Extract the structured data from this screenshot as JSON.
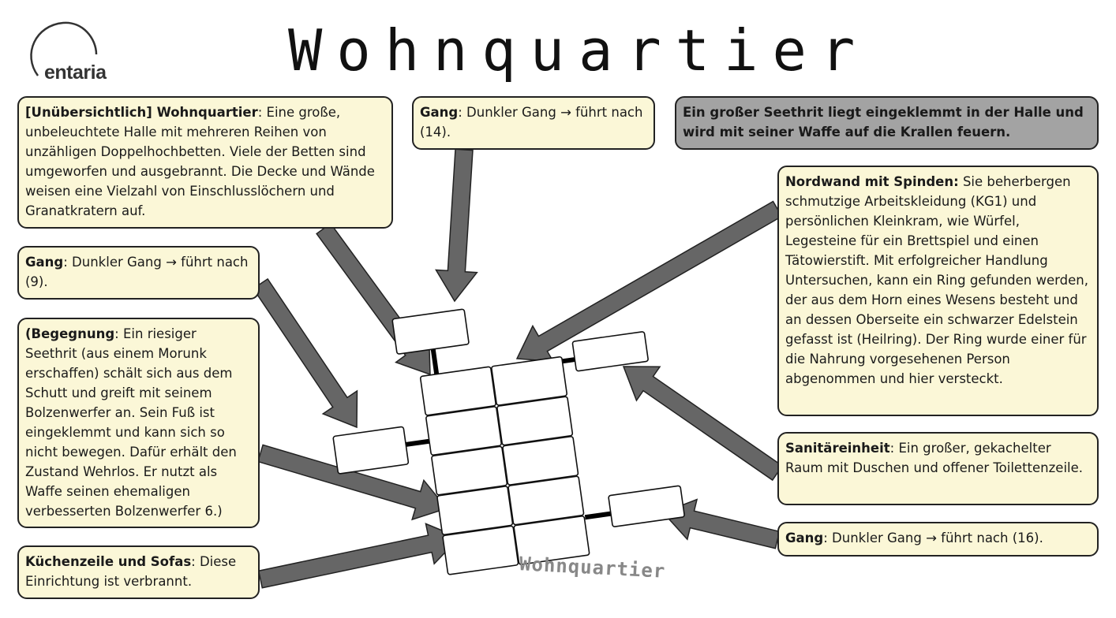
{
  "header": {
    "title": "Wohnquartier",
    "logo_text": "entaria"
  },
  "map": {
    "label": "Wohnquartier"
  },
  "boxes": {
    "hall": {
      "bold": "[Unübersichtlich] Wohnquartier",
      "text": ": Eine große, unbeleuchtete Halle mit mehreren Reihen von unzähligen Doppelhochbetten. Viele der Betten sind umgeworfen und ausgebrannt. Die Decke und Wände weisen eine Vielzahl von Einschlusslöchern und Granatkratern auf."
    },
    "gang14": {
      "bold": "Gang",
      "text": ": Dunkler Gang → führt nach (14)."
    },
    "note": {
      "text": "Ein großer Seethrit liegt eingeklemmt in der Halle und wird mit seiner Waffe auf die Krallen feuern."
    },
    "gang9": {
      "bold": "Gang",
      "text": ": Dunkler Gang → führt nach (9)."
    },
    "encounter": {
      "bold": "(Begegnung",
      "text": ": Ein riesiger Seethrit (aus einem Morunk erschaffen) schält sich aus dem Schutt und greift mit seinem Bolzenwerfer an. Sein Fuß ist eingeklemmt und kann sich so nicht bewegen. Dafür erhält den Zustand Wehrlos. Er nutzt als Waffe seinen ehemaligen verbesserten Bolzenwerfer 6.)"
    },
    "kitchen": {
      "bold": "Küchenzeile und Sofas",
      "text": ": Diese Einrichtung ist verbrannt."
    },
    "lockers": {
      "bold": "Nordwand mit Spinden:",
      "text": " Sie beherbergen schmutzige Arbeitskleidung (KG1) und persönlichen Kleinkram, wie Würfel, Legesteine für ein Brettspiel und einen Tätowierstift. Mit erfolgreicher Handlung Untersuchen, kann ein Ring gefunden werden, der aus dem Horn eines Wesens besteht und an dessen Oberseite ein schwarzer Edelstein gefasst ist (Heilring). Der Ring wurde einer für die Nahrung vorgesehenen Person abgenommen und hier versteckt."
    },
    "sanitary": {
      "bold": "Sanitäreinheit",
      "text": ": Ein großer, gekachelter Raum mit Duschen und offener Toilettenzeile."
    },
    "gang16": {
      "bold": "Gang",
      "text": ": Dunkler Gang → führt nach (16)."
    }
  },
  "colors": {
    "box": "#fbf7d7",
    "note": "#a3a3a3",
    "arrow": "#666666"
  }
}
